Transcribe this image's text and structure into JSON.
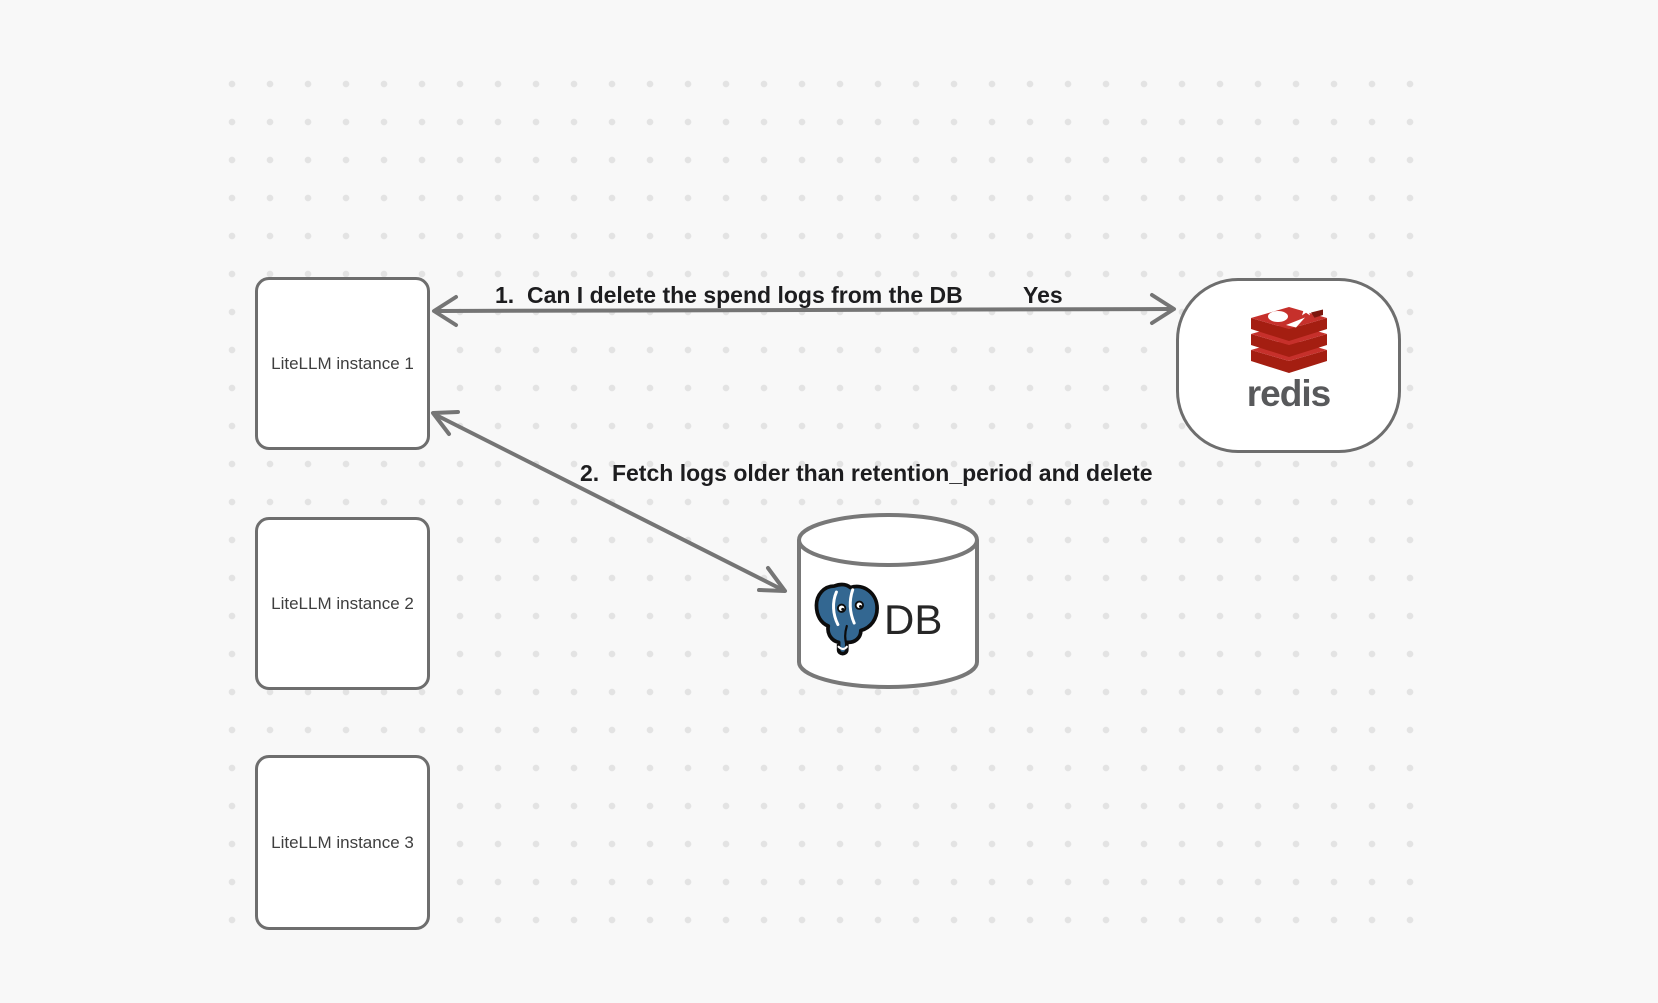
{
  "canvas": {
    "background": "#f8f8f8",
    "dot_color": "#e3e3e3"
  },
  "nodes": {
    "instances": [
      {
        "label": "LiteLLM instance 1"
      },
      {
        "label": "LiteLLM instance 2"
      },
      {
        "label": "LiteLLM instance 3"
      }
    ],
    "redis": {
      "label": "redis",
      "icon": "redis-stack-icon",
      "colors": {
        "red": "#c6302b",
        "dark_red": "#a41e11",
        "notch": "#7c170e",
        "wordmark": "#58595b"
      }
    },
    "db": {
      "label": "DB",
      "icon": "postgresql-elephant-icon",
      "colors": {
        "blue": "#336791"
      }
    }
  },
  "edges": [
    {
      "label": "1.  Can I delete the spend logs from the DB",
      "answer": "Yes",
      "from": "LiteLLM instance 1",
      "to": "redis",
      "direction": "bidirectional"
    },
    {
      "label": "2.  Fetch logs older than retention_period and delete",
      "from": "LiteLLM instance 1",
      "to": "DB",
      "direction": "bidirectional"
    }
  ],
  "style": {
    "stroke_gray": "#6e6e6e",
    "arrow_gray": "#757575",
    "label_color": "#1d1d1f"
  }
}
